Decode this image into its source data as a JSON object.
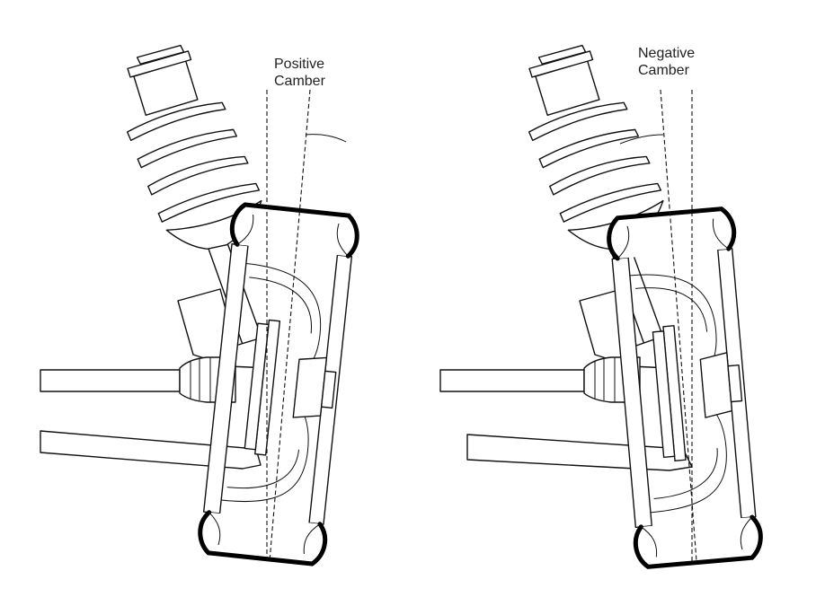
{
  "diagrams": [
    {
      "id": "positive",
      "label_line1": "Positive",
      "label_line2": "Camber",
      "camber_deg": 6
    },
    {
      "id": "negative",
      "label_line1": "Negative",
      "label_line2": "Camber",
      "camber_deg": -5
    }
  ],
  "colors": {
    "line": "#111111",
    "background": "#ffffff"
  }
}
